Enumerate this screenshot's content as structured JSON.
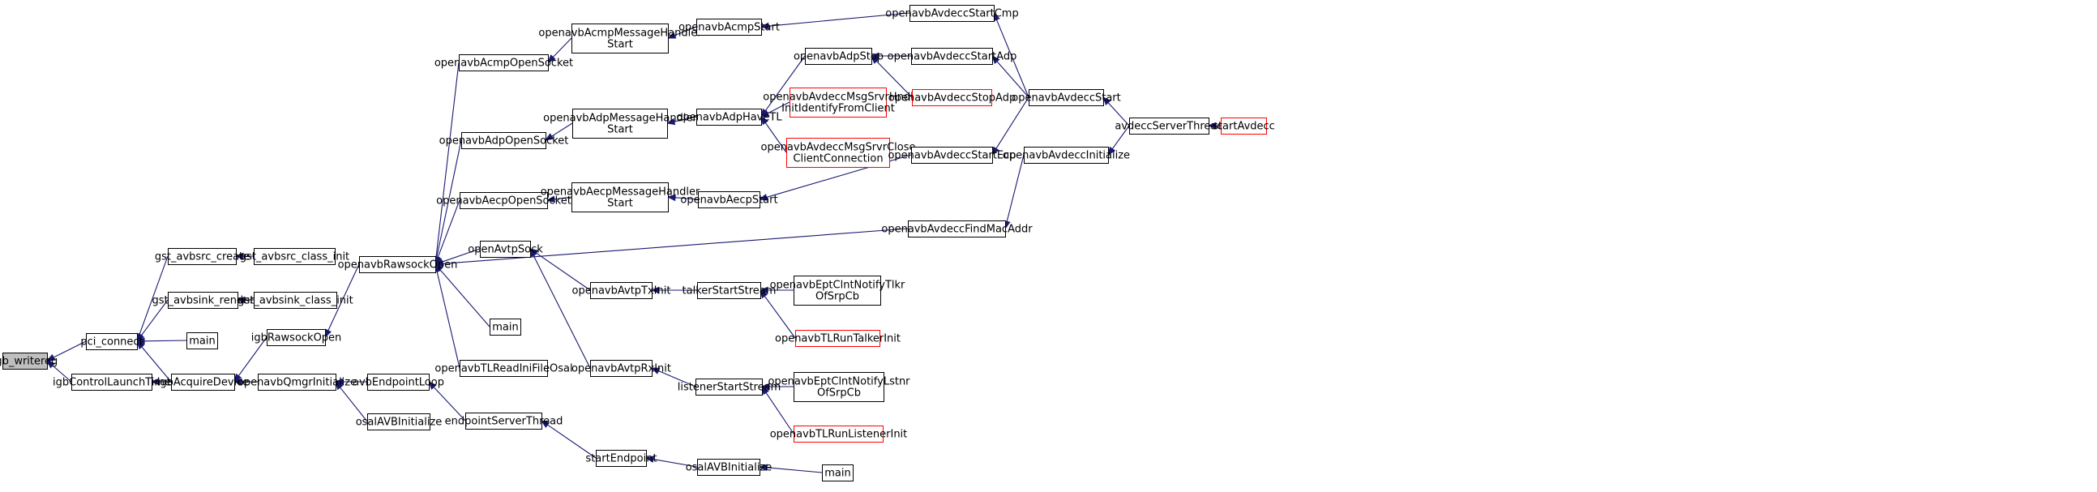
{
  "colors": {
    "edge": "#191970",
    "border": "#000000",
    "truncated_border": "#ff0000",
    "focus_fill": "#bfbfbf",
    "fill": "#ffffff",
    "text": "#000000"
  },
  "nodes": [
    {
      "id": "igb_writereg",
      "lines": [
        "igb_writereg"
      ],
      "focus": true
    },
    {
      "id": "pci_connect",
      "lines": [
        "pci_connect"
      ]
    },
    {
      "id": "igbControlLaunchTime",
      "lines": [
        "igbControlLaunchTime"
      ]
    },
    {
      "id": "gst_avbsrc_create",
      "lines": [
        "gst_avbsrc_create"
      ]
    },
    {
      "id": "gst_avbsink_render",
      "lines": [
        "gst_avbsink_render"
      ]
    },
    {
      "id": "main_1",
      "lines": [
        "main"
      ]
    },
    {
      "id": "igbAcquireDevice",
      "lines": [
        "igbAcquireDevice"
      ]
    },
    {
      "id": "gst_avbsrc_class_init",
      "lines": [
        "gst_avbsrc_class_init"
      ]
    },
    {
      "id": "gst_avbsink_class_init",
      "lines": [
        "gst_avbsink_class_init"
      ]
    },
    {
      "id": "igbRawsockOpen",
      "lines": [
        "igbRawsockOpen"
      ]
    },
    {
      "id": "openavbQmgrInitialize",
      "lines": [
        "openavbQmgrInitialize"
      ]
    },
    {
      "id": "openavbRawsockOpen",
      "lines": [
        "openavbRawsockOpen"
      ]
    },
    {
      "id": "avbEndpointLoop",
      "lines": [
        "avbEndpointLoop"
      ]
    },
    {
      "id": "osalAVBInitialize_1",
      "lines": [
        "osalAVBInitialize"
      ]
    },
    {
      "id": "openavbAcmpOpenSocket",
      "lines": [
        "openavbAcmpOpenSocket"
      ]
    },
    {
      "id": "openavbAdpOpenSocket",
      "lines": [
        "openavbAdpOpenSocket"
      ]
    },
    {
      "id": "openavbAecpOpenSocket",
      "lines": [
        "openavbAecpOpenSocket"
      ]
    },
    {
      "id": "openAvtpSock",
      "lines": [
        "openAvtpSock"
      ]
    },
    {
      "id": "main_2",
      "lines": [
        "main"
      ]
    },
    {
      "id": "openavbTLReadIniFileOsal",
      "lines": [
        "openavbTLReadIniFileOsal"
      ]
    },
    {
      "id": "endpointServerThread",
      "lines": [
        "endpointServerThread"
      ]
    },
    {
      "id": "openavbAcmpMessageHandlerStart",
      "lines": [
        "openavbAcmpMessageHandler",
        "Start"
      ]
    },
    {
      "id": "openavbAdpMessageHandlerStart",
      "lines": [
        "openavbAdpMessageHandler",
        "Start"
      ]
    },
    {
      "id": "openavbAecpMessageHandlerStart",
      "lines": [
        "openavbAecpMessageHandler",
        "Start"
      ]
    },
    {
      "id": "openavbAvtpTxInit",
      "lines": [
        "openavbAvtpTxInit"
      ]
    },
    {
      "id": "openavbAvtpRxInit",
      "lines": [
        "openavbAvtpRxInit"
      ]
    },
    {
      "id": "startEndpoint",
      "lines": [
        "startEndpoint"
      ]
    },
    {
      "id": "openavbAcmpStart",
      "lines": [
        "openavbAcmpStart"
      ]
    },
    {
      "id": "openavbAdpHaveTL",
      "lines": [
        "openavbAdpHaveTL"
      ]
    },
    {
      "id": "openavbAecpStart",
      "lines": [
        "openavbAecpStart"
      ]
    },
    {
      "id": "talkerStartStream",
      "lines": [
        "talkerStartStream"
      ]
    },
    {
      "id": "listenerStartStream",
      "lines": [
        "listenerStartStream"
      ]
    },
    {
      "id": "osalAVBInitialize_2",
      "lines": [
        "osalAVBInitialize"
      ]
    },
    {
      "id": "openavbAdpStop",
      "lines": [
        "openavbAdpStop"
      ]
    },
    {
      "id": "openavbAvdeccMsgSrvrHndlInitIdentifyFromClient",
      "lines": [
        "openavbAvdeccMsgSrvrHndl",
        "InitIdentifyFromClient"
      ],
      "truncated": true
    },
    {
      "id": "openavbAvdeccMsgSrvrCloseClientConnection",
      "lines": [
        "openavbAvdeccMsgSrvrClose",
        "ClientConnection"
      ],
      "truncated": true
    },
    {
      "id": "openavbEptClntNotifyTlkrOfSrpCb",
      "lines": [
        "openavbEptClntNotifyTlkr",
        "OfSrpCb"
      ]
    },
    {
      "id": "openavbTLRunTalkerInit",
      "lines": [
        "openavbTLRunTalkerInit"
      ],
      "truncated": true
    },
    {
      "id": "openavbEptClntNotifyLstnrOfSrpCb",
      "lines": [
        "openavbEptClntNotifyLstnr",
        "OfSrpCb"
      ]
    },
    {
      "id": "openavbTLRunListenerInit",
      "lines": [
        "openavbTLRunListenerInit"
      ],
      "truncated": true
    },
    {
      "id": "main_3",
      "lines": [
        "main"
      ]
    },
    {
      "id": "openavbAvdeccStartCmp",
      "lines": [
        "openavbAvdeccStartCmp"
      ]
    },
    {
      "id": "openavbAvdeccStartAdp",
      "lines": [
        "openavbAvdeccStartAdp"
      ]
    },
    {
      "id": "openavbAvdeccStopAdp",
      "lines": [
        "openavbAvdeccStopAdp"
      ],
      "truncated": true
    },
    {
      "id": "openavbAvdeccStartEcp",
      "lines": [
        "openavbAvdeccStartEcp"
      ]
    },
    {
      "id": "openavbAvdeccFindMacAddr",
      "lines": [
        "openavbAvdeccFindMacAddr"
      ]
    },
    {
      "id": "openavbAvdeccStart",
      "lines": [
        "openavbAvdeccStart"
      ]
    },
    {
      "id": "openavbAvdeccInitialize",
      "lines": [
        "openavbAvdeccInitialize"
      ]
    },
    {
      "id": "avdeccServerThread",
      "lines": [
        "avdeccServerThread"
      ]
    },
    {
      "id": "startAvdecc",
      "lines": [
        "startAvdecc"
      ],
      "truncated": true
    }
  ],
  "edges": [
    [
      "pci_connect",
      "igb_writereg"
    ],
    [
      "igbControlLaunchTime",
      "igb_writereg"
    ],
    [
      "gst_avbsrc_create",
      "pci_connect"
    ],
    [
      "gst_avbsink_render",
      "pci_connect"
    ],
    [
      "main_1",
      "pci_connect"
    ],
    [
      "igbAcquireDevice",
      "pci_connect"
    ],
    [
      "igbAcquireDevice",
      "igbControlLaunchTime"
    ],
    [
      "gst_avbsrc_class_init",
      "gst_avbsrc_create"
    ],
    [
      "gst_avbsink_class_init",
      "gst_avbsink_render"
    ],
    [
      "igbRawsockOpen",
      "igbAcquireDevice"
    ],
    [
      "openavbQmgrInitialize",
      "igbAcquireDevice"
    ],
    [
      "openavbRawsockOpen",
      "igbRawsockOpen"
    ],
    [
      "avbEndpointLoop",
      "openavbQmgrInitialize"
    ],
    [
      "osalAVBInitialize_1",
      "openavbQmgrInitialize"
    ],
    [
      "openavbAcmpOpenSocket",
      "openavbRawsockOpen"
    ],
    [
      "openavbAdpOpenSocket",
      "openavbRawsockOpen"
    ],
    [
      "openavbAecpOpenSocket",
      "openavbRawsockOpen"
    ],
    [
      "openAvtpSock",
      "openavbRawsockOpen"
    ],
    [
      "main_2",
      "openavbRawsockOpen"
    ],
    [
      "openavbTLReadIniFileOsal",
      "openavbRawsockOpen"
    ],
    [
      "openavbAvdeccFindMacAddr",
      "openavbRawsockOpen"
    ],
    [
      "endpointServerThread",
      "avbEndpointLoop"
    ],
    [
      "openavbAcmpMessageHandlerStart",
      "openavbAcmpOpenSocket"
    ],
    [
      "openavbAdpMessageHandlerStart",
      "openavbAdpOpenSocket"
    ],
    [
      "openavbAecpMessageHandlerStart",
      "openavbAecpOpenSocket"
    ],
    [
      "openavbAvtpTxInit",
      "openAvtpSock"
    ],
    [
      "openavbAvtpRxInit",
      "openAvtpSock"
    ],
    [
      "startEndpoint",
      "endpointServerThread"
    ],
    [
      "openavbAcmpStart",
      "openavbAcmpMessageHandlerStart"
    ],
    [
      "openavbAdpHaveTL",
      "openavbAdpMessageHandlerStart"
    ],
    [
      "openavbAecpStart",
      "openavbAecpMessageHandlerStart"
    ],
    [
      "talkerStartStream",
      "openavbAvtpTxInit"
    ],
    [
      "listenerStartStream",
      "openavbAvtpRxInit"
    ],
    [
      "osalAVBInitialize_2",
      "startEndpoint"
    ],
    [
      "openavbAdpStop",
      "openavbAdpHaveTL"
    ],
    [
      "openavbAvdeccMsgSrvrHndlInitIdentifyFromClient",
      "openavbAdpHaveTL"
    ],
    [
      "openavbAvdeccMsgSrvrCloseClientConnection",
      "openavbAdpHaveTL"
    ],
    [
      "openavbEptClntNotifyTlkrOfSrpCb",
      "talkerStartStream"
    ],
    [
      "openavbTLRunTalkerInit",
      "talkerStartStream"
    ],
    [
      "openavbEptClntNotifyLstnrOfSrpCb",
      "listenerStartStream"
    ],
    [
      "openavbTLRunListenerInit",
      "listenerStartStream"
    ],
    [
      "main_3",
      "osalAVBInitialize_2"
    ],
    [
      "openavbAvdeccStartCmp",
      "openavbAcmpStart"
    ],
    [
      "openavbAvdeccStartAdp",
      "openavbAdpStop"
    ],
    [
      "openavbAvdeccStopAdp",
      "openavbAdpStop"
    ],
    [
      "openavbAvdeccStartEcp",
      "openavbAecpStart"
    ],
    [
      "openavbAvdeccStart",
      "openavbAvdeccStartCmp"
    ],
    [
      "openavbAvdeccStart",
      "openavbAvdeccStartAdp"
    ],
    [
      "openavbAvdeccStart",
      "openavbAvdeccStartEcp"
    ],
    [
      "openavbAvdeccInitialize",
      "openavbAvdeccFindMacAddr"
    ],
    [
      "avdeccServerThread",
      "openavbAvdeccStart"
    ],
    [
      "avdeccServerThread",
      "openavbAvdeccInitialize"
    ],
    [
      "startAvdecc",
      "avdeccServerThread"
    ]
  ]
}
